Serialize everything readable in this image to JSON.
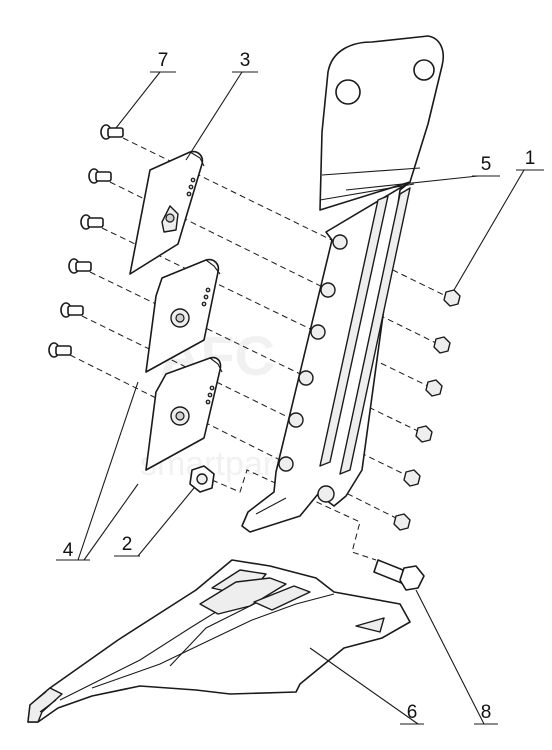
{
  "callouts": {
    "c1": "1",
    "c2": "2",
    "c3": "3",
    "c4": "4",
    "c5": "5",
    "c6": "6",
    "c7": "7",
    "c8": "8"
  },
  "watermark": {
    "line1": "AFC",
    "line2": "smartparts"
  },
  "colors": {
    "line": "#1a1a1a",
    "background": "#ffffff"
  }
}
